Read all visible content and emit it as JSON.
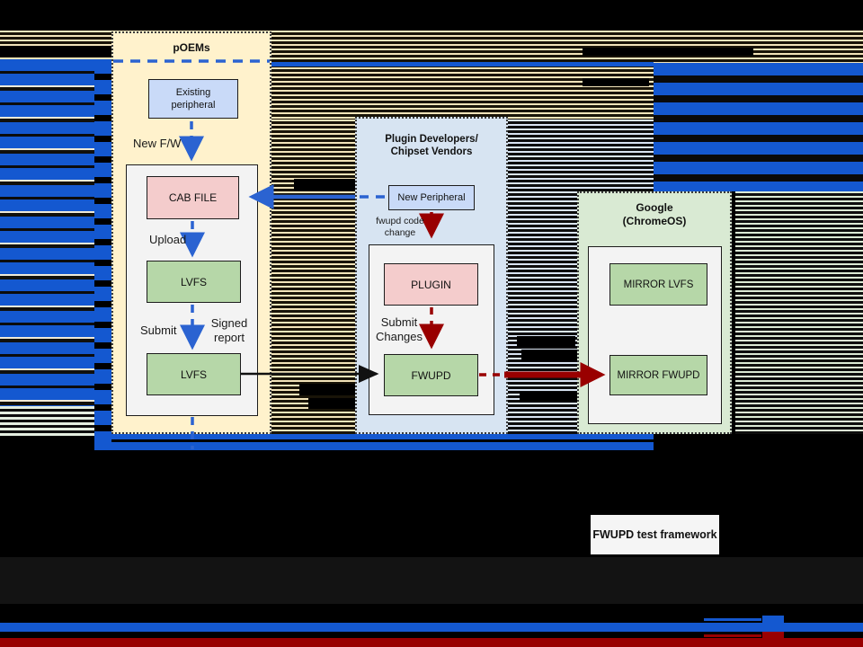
{
  "palette": {
    "background": "#000000",
    "stripe_blue": "#1458D0",
    "stripe_tan": "#F2E4BA",
    "poems_fill": "#FFF2CC",
    "plugin_fill": "#D7E4F2",
    "google_fill": "#D9EAD3",
    "inner_gray_fill": "#F3F3F3",
    "peripheral_fill": "#C9DAF8",
    "pink_fill": "#F4CCCC",
    "green_fill": "#B6D7A8",
    "arrow_blue": "#2B63D1",
    "arrow_red": "#990000",
    "arrow_black": "#111111"
  },
  "poems": {
    "title": "pOEMs",
    "existing_peripheral": "Existing peripheral",
    "new_fw_label": "New F/W",
    "cab_file": "CAB FILE",
    "upload_label": "Upload",
    "lvfs_top": "LVFS",
    "submit_label": "Submit",
    "signed_report_label": "Signed report",
    "lvfs_bottom": "LVFS"
  },
  "plugin_devs": {
    "title_line1": "Plugin Developers/",
    "title_line2": "Chipset Vendors",
    "new_peripheral": "New Peripheral",
    "fwupd_code_change_label": "fwupd code change",
    "plugin": "PLUGIN",
    "submit_changes_label": "Submit Changes",
    "fwupd": "FWUPD"
  },
  "google": {
    "title_line1": "Google",
    "title_line2": "(ChromeOS)",
    "mirror_lvfs": "MIRROR LVFS",
    "mirror_fwupd": "MIRROR FWUPD"
  },
  "test_framework": {
    "label": "FWUPD test framework"
  }
}
